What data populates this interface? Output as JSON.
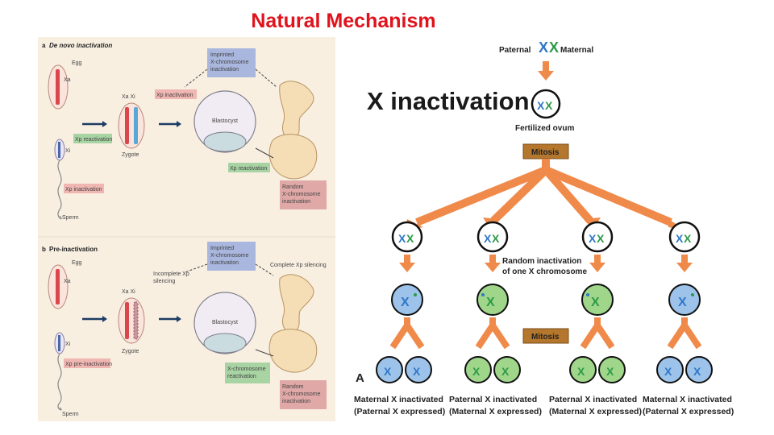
{
  "title": "Natural Mechanism",
  "left": {
    "a_letter": "a",
    "a_title": "De novo inactivation",
    "b_letter": "b",
    "b_title": "Pre-inactivation",
    "egg": "Egg",
    "xa": "Xa",
    "xa_xi": "Xa   Xi",
    "zygote": "Zygote",
    "sperm": "Sperm",
    "xi": "Xi",
    "blastocyst": "Blastocyst",
    "imprinted_1": "Imprinted",
    "imprinted_2": "X-chromosome",
    "imprinted_3": "inactivation",
    "xp_inactivation": "Xp inactivation",
    "xp_reactivation": "Xp reactivation",
    "xp_reactivation2": "Xp reactivation",
    "xp_inactivation2": "Xp inactivation",
    "random_1": "Random",
    "random_2": "X-chromosome",
    "random_3": "inactivation",
    "incomplete_1": "Incomplete Xp",
    "incomplete_2": "silencing",
    "complete": "Complete Xp silencing",
    "xp_pre": "Xp pre-inactivation",
    "xchrom_react_1": "X-chromosome",
    "xchrom_react_2": "reactivation"
  },
  "right": {
    "paternal": "Paternal",
    "maternal": "Maternal",
    "heading": "X inactivation",
    "fertilized": "Fertilized ovum",
    "mitosis_1": "Mitosis",
    "mitosis_2": "Mitosis",
    "random_1": "Random inactivation",
    "random_2": "of one X chromosome",
    "panel_letter": "A",
    "outcomes": [
      {
        "line1": "Maternal X inactivated",
        "line2": "(Paternal X expressed)"
      },
      {
        "line1": "Paternal X inactivated",
        "line2": "(Maternal X expressed)"
      },
      {
        "line1": "Paternal X inactivated",
        "line2": "(Maternal X expressed)"
      },
      {
        "line1": "Maternal X inactivated",
        "line2": "(Paternal X expressed)"
      }
    ]
  },
  "colors": {
    "title": "#e0121b",
    "arrow_orange": "#f08a4a",
    "mitosis_box": "#b5772e",
    "paternal_blue": "#2f78c8",
    "maternal_green": "#2e9a48",
    "cell_blue": "#9dc3ea",
    "cell_green": "#9fd68a",
    "panel_bg": "#f8efe1"
  }
}
